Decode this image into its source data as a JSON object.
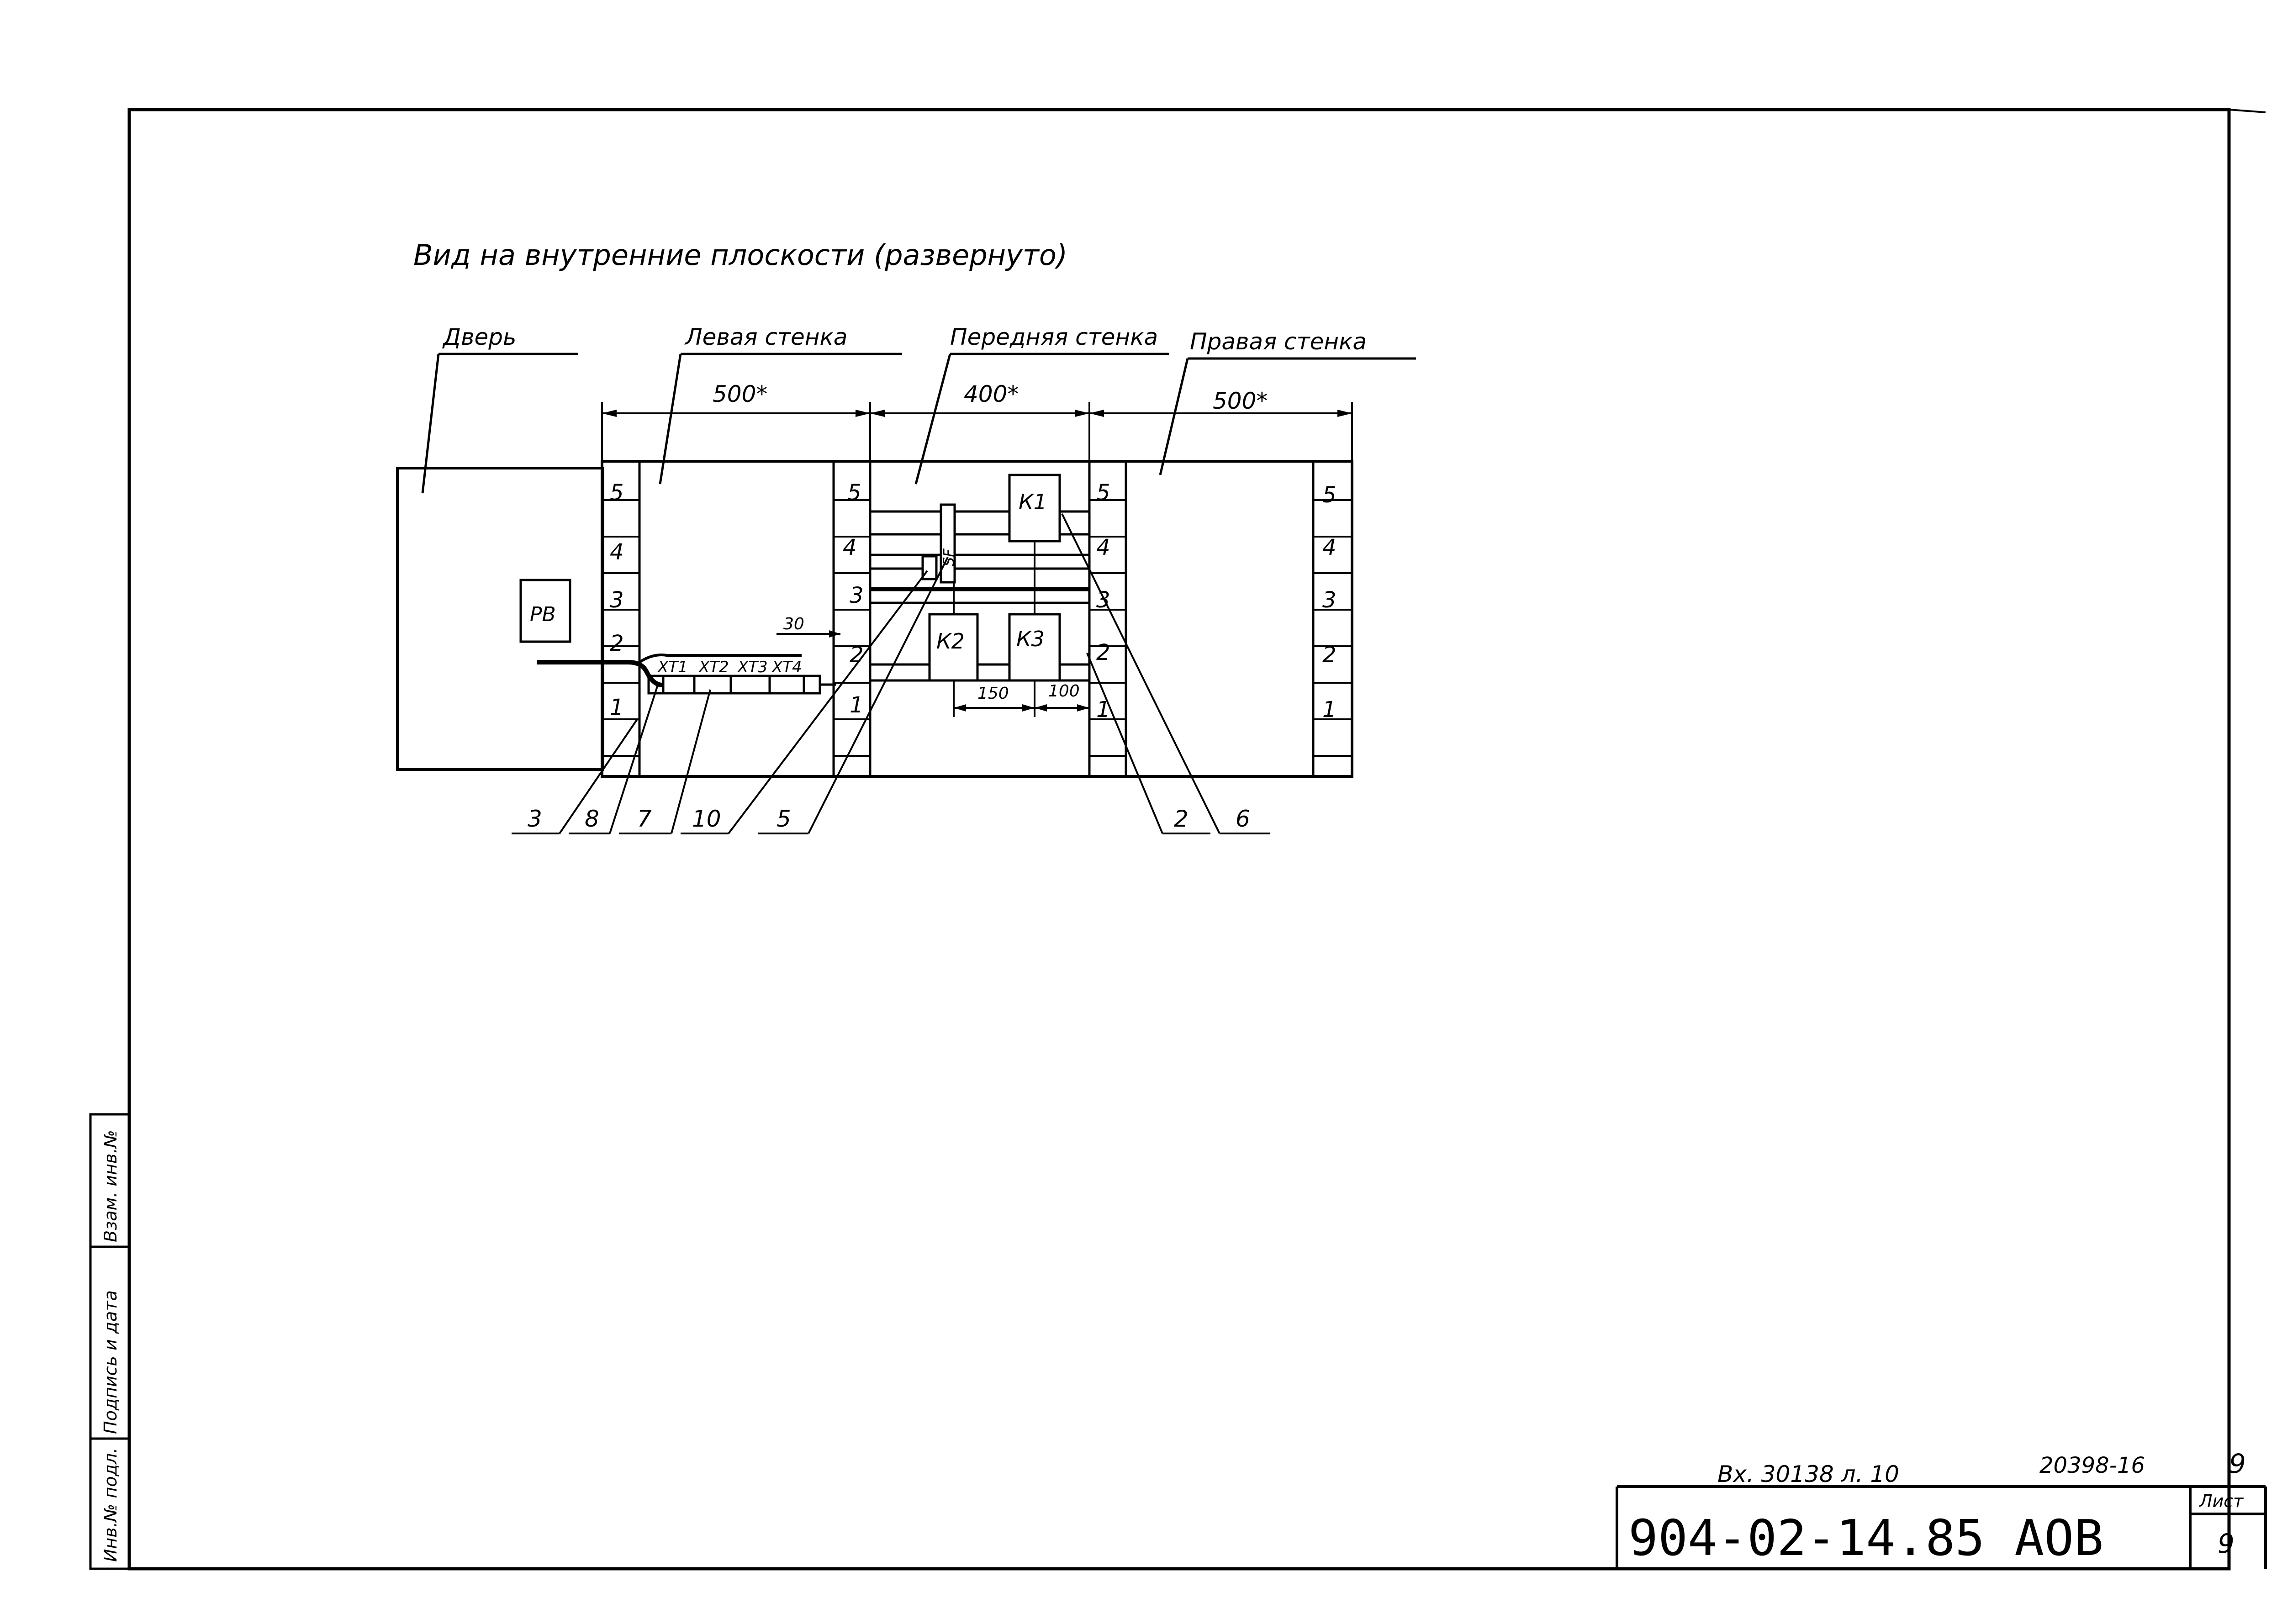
{
  "title": "Вид на внутренние плоскости (развернуто)",
  "labels": {
    "door": "Дверь",
    "left_wall": "Левая стенка",
    "front_wall": "Передняя стенка",
    "right_wall": "Правая стенка"
  },
  "dimensions": {
    "left_width": "500*",
    "front_width": "400*",
    "right_width": "500*",
    "d30": "30",
    "d150": "150",
    "d100": "100"
  },
  "devices": {
    "rv": "РВ",
    "k1": "К1",
    "k2": "К2",
    "k3": "К3",
    "sf": "SF",
    "xt1": "ХТ1",
    "xt2": "ХТ2",
    "xt3": "ХТ3",
    "xt4": "ХТ4"
  },
  "scale_marks": [
    "5",
    "4",
    "3",
    "2",
    "1"
  ],
  "callouts": [
    "3",
    "8",
    "7",
    "10",
    "5",
    "2",
    "6"
  ],
  "side_stamp": {
    "inv_orig": "Инв.№ подл.",
    "sign_date": "Подпись и дата",
    "vzam_inv": "Взам. инв.№"
  },
  "title_block": {
    "handwritten_ref": "Вх. 30138 л. 10",
    "archive_no": "20398-16",
    "sheet_top": "9",
    "doc_code": "904-02-14.85 АОВ",
    "sheet_label": "Лист",
    "sheet_no": "9"
  }
}
